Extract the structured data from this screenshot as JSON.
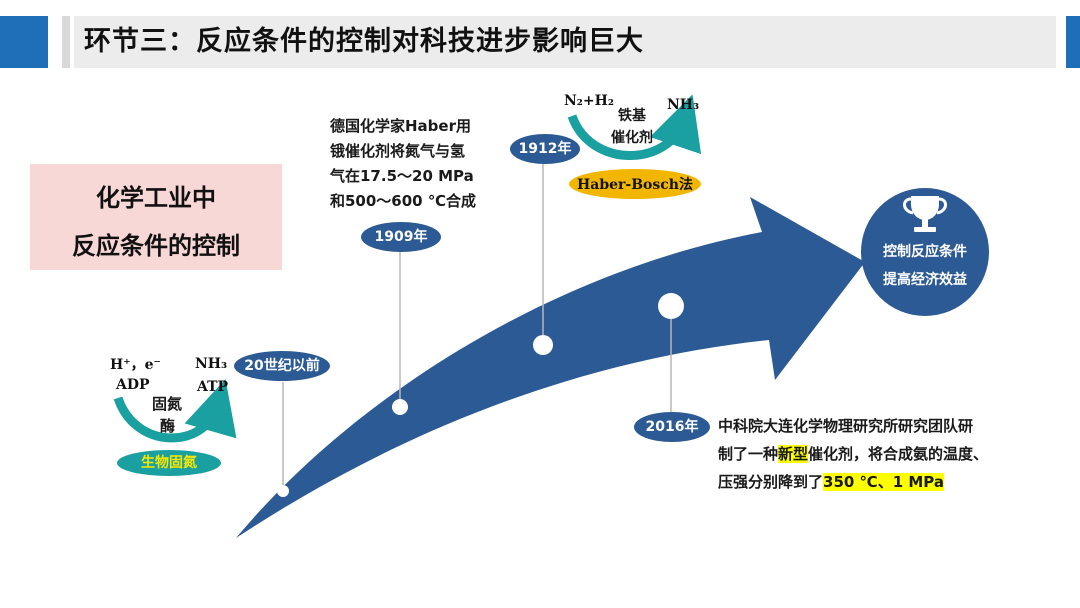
{
  "header": {
    "title": "环节三：反应条件的控制对科技进步影响巨大"
  },
  "side_box": {
    "line1": "化学工业中",
    "line2": "反应条件的控制"
  },
  "milestones": {
    "pre20": {
      "label": "20世纪以前",
      "reactant_line1": "H⁺，e⁻",
      "reactant_line2": "ADP",
      "product_line1": "NH₃",
      "product_line2": "ATP",
      "catalyst_line1": "固氮",
      "catalyst_line2": "酶",
      "process": "生物固氮"
    },
    "y1909": {
      "label": "1909年",
      "desc_lines": [
        "德国化学家Haber用",
        "锇催化剂将氮气与氢",
        "气在17.5～20 MPa",
        "和500～600 ℃合成"
      ]
    },
    "y1912": {
      "label": "1912年",
      "reactant": "N₂+H₂",
      "product": "NH₃",
      "catalyst_line1": "铁基",
      "catalyst_line2": "催化剂",
      "process": "Haber-Bosch法"
    },
    "y2016": {
      "label": "2016年",
      "line1": "中科院大连化学物理研究所研究团队研",
      "line2_a": "制了一种",
      "line2_hl": "新型",
      "line2_b": "催化剂，将合成氨的温度、",
      "line3_a": "压强分别降到了",
      "line3_hl": "350 ℃、1 MPa"
    }
  },
  "goal": {
    "line1": "控制反应条件",
    "line2": "提高经济效益",
    "icon": "trophy-icon"
  },
  "colors": {
    "navy": "#2c5a94",
    "teal": "#1aa0a0",
    "brand_blue": "#1f6fb8",
    "gold": "#f2b600",
    "pink": "#f8d7d7",
    "highlight": "#ffff00"
  }
}
